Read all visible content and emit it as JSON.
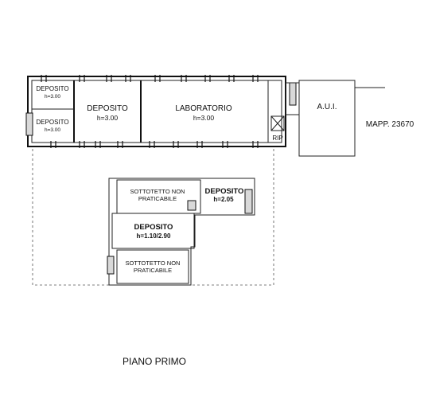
{
  "rooms": {
    "deposito_small_top": {
      "name": "DEPOSITO",
      "height": "h=3.00"
    },
    "deposito_small_bottom": {
      "name": "DEPOSITO",
      "height": "h=3.00"
    },
    "deposito_main": {
      "name": "DEPOSITO",
      "height": "h=3.00"
    },
    "laboratorio": {
      "name": "LABORATORIO",
      "height": "h=3.00"
    },
    "rip": {
      "name": "RIP"
    },
    "aui": {
      "name": "A.U.I."
    },
    "sottotetto_top": {
      "line1": "SOTTOTETTO NON",
      "line2": "PRATICABILE"
    },
    "deposito_205": {
      "name": "DEPOSITO",
      "height": "h=2.05"
    },
    "deposito_110": {
      "name": "DEPOSITO",
      "height": "h=1.10/2.90"
    },
    "sottotetto_bottom": {
      "line1": "SOTTOTETTO NON",
      "line2": "PRATICABILE"
    }
  },
  "mapp_label": "MAPP. 23670",
  "title": "PIANO PRIMO",
  "colors": {
    "line": "#111111",
    "hatch": "#d9d9d9",
    "background": "#ffffff"
  }
}
